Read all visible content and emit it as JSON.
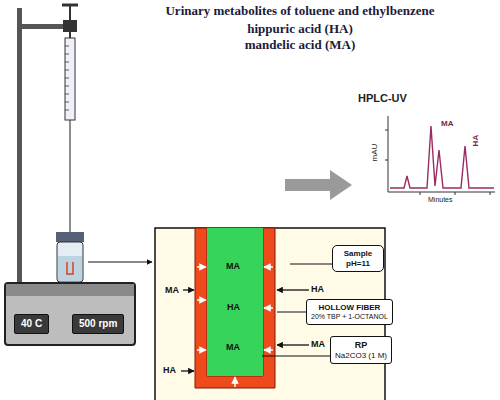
{
  "diagram": {
    "title": "Urinary metabolites of toluene and ethylbenzene",
    "nodes": [
      {
        "text": [
          "40 C"
        ]
      },
      {
        "text": [
          "500 rpm"
        ]
      },
      {
        "text": [
          "Sample pH=11"
        ]
      },
      {
        "text": [
          "HOLLOW FIBER",
          "20% TBP + 1-OCTANOL"
        ]
      },
      {
        "text": [
          "RP",
          "Na2CO3 (1 M)"
        ]
      }
    ],
    "labels": [
      "hippuric acid (HA)",
      "mandelic acid (MA)",
      "HPLC-UV",
      "mAU",
      "MA",
      "HA",
      "Minutes",
      "MA",
      "MA",
      "HA",
      "HA",
      "HA",
      "MA",
      "MA"
    ]
  }
}
